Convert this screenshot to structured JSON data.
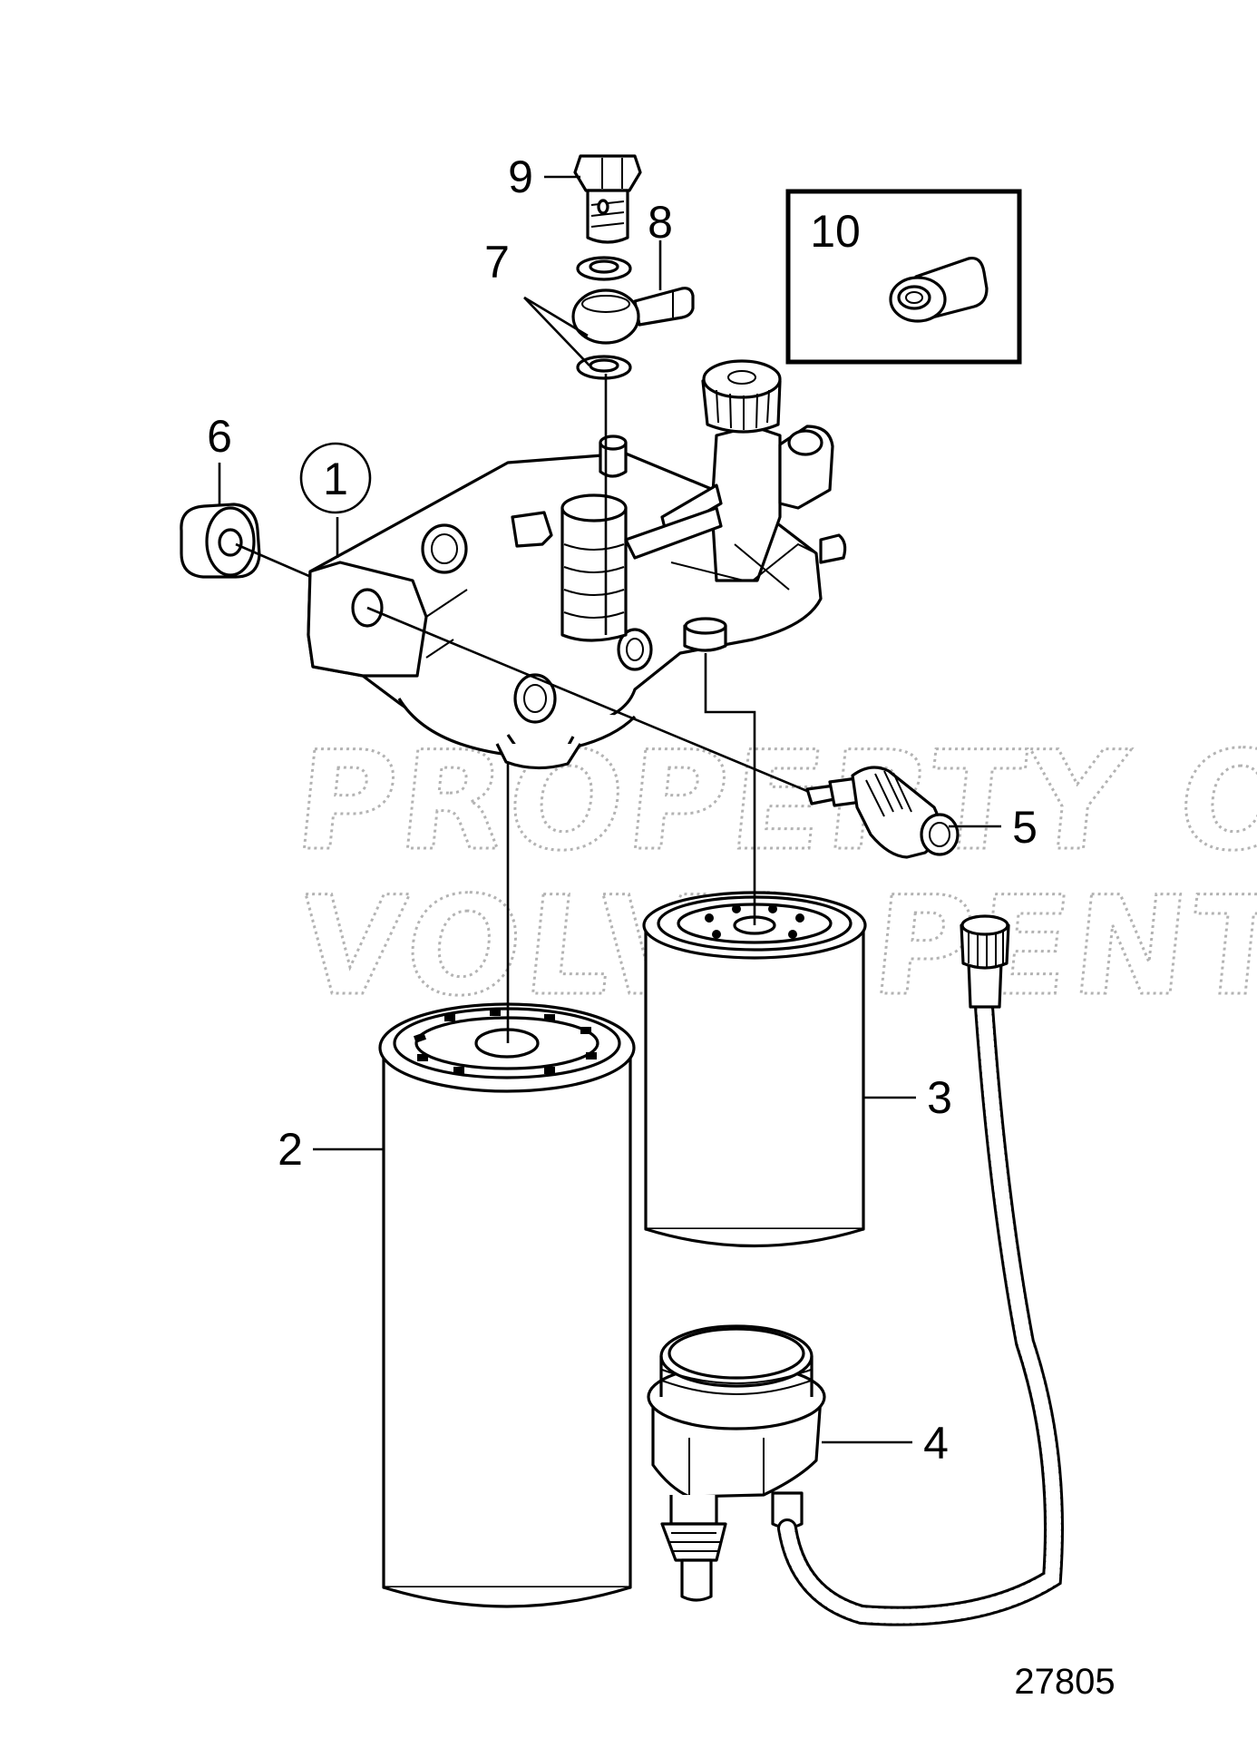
{
  "figure_number": "27805",
  "watermark": [
    "PROPERTY OF",
    "VOLVO PENTA"
  ],
  "callouts": {
    "p1": "1",
    "p2": "2",
    "p3": "3",
    "p4": "4",
    "p5": "5",
    "p6": "6",
    "p7": "7",
    "p8": "8",
    "p9": "9",
    "p10": "10"
  }
}
